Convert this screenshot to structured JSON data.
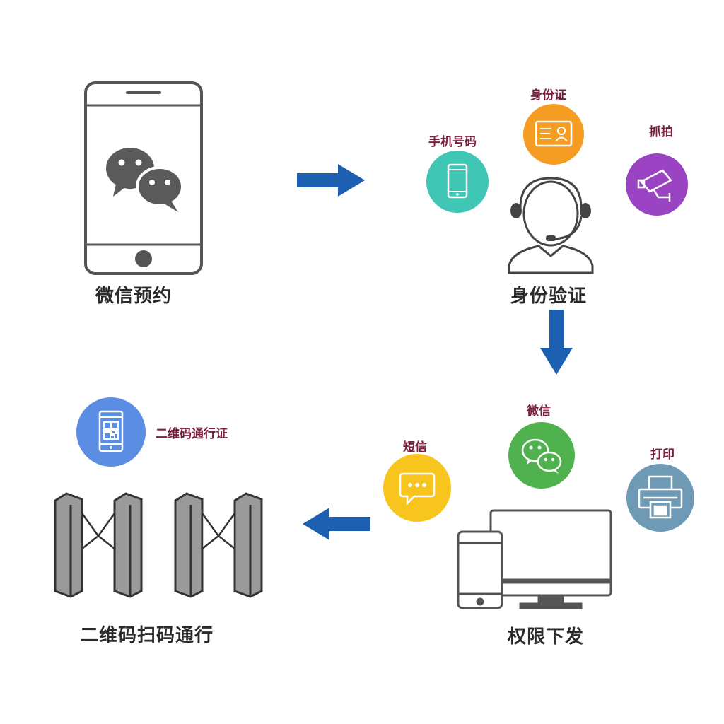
{
  "stages": {
    "wechat_booking": {
      "label": "微信预约"
    },
    "identity_verification": {
      "label": "身份验证",
      "methods": {
        "id_card": "身份证",
        "phone_number": "手机号码",
        "snapshot": "抓拍"
      }
    },
    "permission_issue": {
      "label": "权限下发",
      "channels": {
        "wechat": "微信",
        "sms": "短信",
        "print": "打印"
      }
    },
    "qr_pass": {
      "label": "二维码扫码通行",
      "pass_label": "二维码通行证"
    }
  },
  "colors": {
    "arrow": "#1d5fb0",
    "id_card_circle": "#f59c23",
    "phone_circle": "#3fc6b4",
    "snapshot_circle": "#9a44c4",
    "wechat_circle": "#4fb24f",
    "sms_circle": "#f7c51d",
    "print_circle": "#6f9ab6",
    "qr_circle": "#5b8de3",
    "label_accent": "#7a1f3d"
  }
}
